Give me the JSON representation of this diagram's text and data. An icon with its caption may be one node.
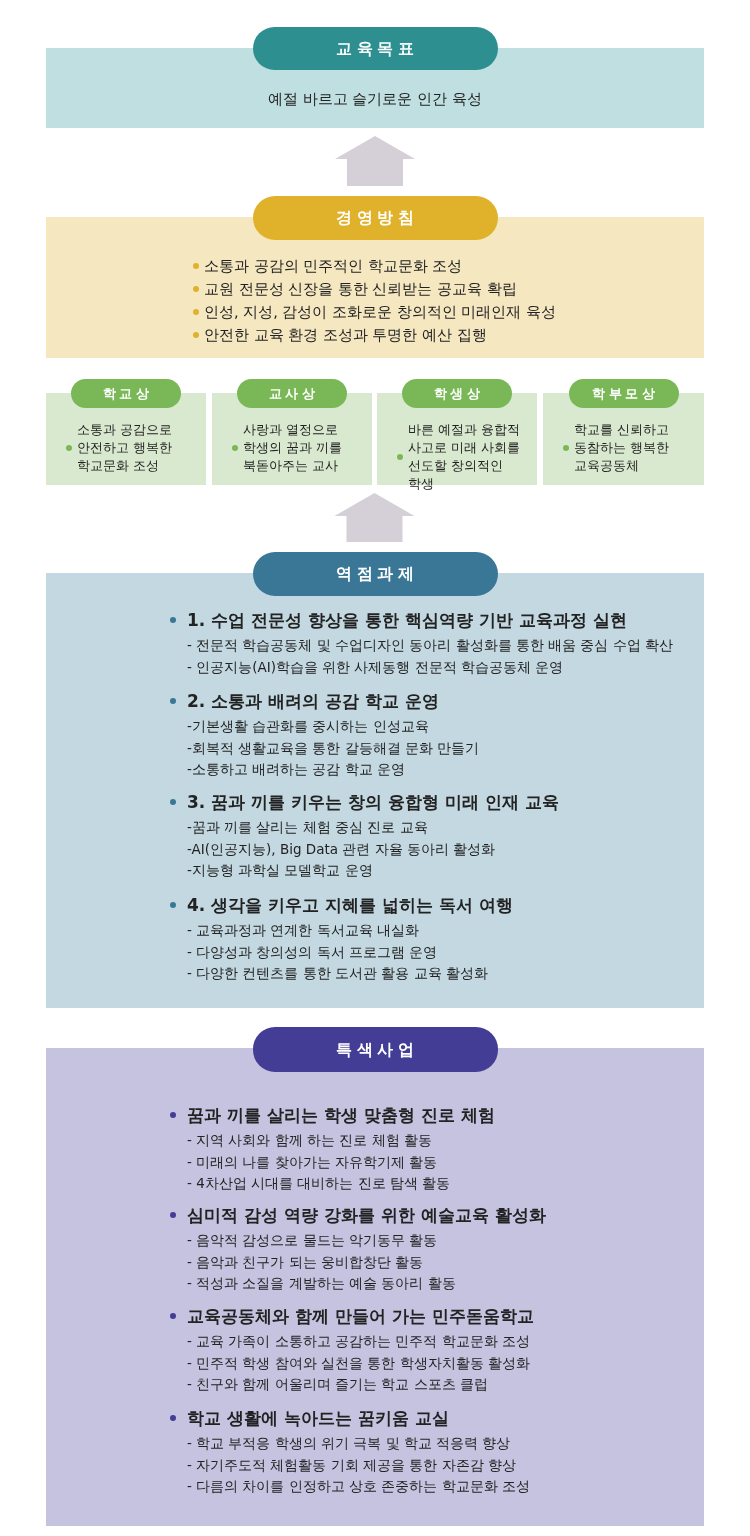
{
  "diagram": {
    "nodes": [
      {
        "text": [
          "교육목표",
          "예절 바르고 슬기로운 인간 육성"
        ]
      },
      {
        "text": [
          "경영방침",
          "소통과 공감의 민주적인 학교문화 조성",
          "교원 전문성 신장을 통한 신뢰받는 공교육 확립",
          "인성, 지성, 감성이 조화로운 창의적인 미래인재 육성",
          "안전한 교육 환경 조성과 투명한 예산 집행"
        ]
      },
      {
        "text": [
          "학교상",
          "소통과 공감으로 안전하고 행복한 학교문화 조성"
        ]
      },
      {
        "text": [
          "교사상",
          "사랑과 열정으로 학생의 꿈과 끼를 북돋아주는 교사"
        ]
      },
      {
        "text": [
          "학생상",
          "바른 예절과 융합적 사고로 미래 사회를 선도할 창의적인 학생"
        ]
      },
      {
        "text": [
          "학부모상",
          "학교를 신뢰하고 동참하는 행복한 교육공동체"
        ]
      },
      {
        "text": [
          "역점과제",
          "1. 수업 전문성 향상을 통한 핵심역량 기반 교육과정 실현",
          "- 전문적 학습공동체 및 수업디자인 동아리 활성화를 통한 배움 중심 수업 확산",
          "- 인공지능(AI)학습을 위한 사제동행 전문적 학습공동체 운영",
          "2. 소통과 배려의 공감 학교 운영",
          "-기본생활 습관화를 중시하는 인성교육",
          "-회복적 생활교육을 통한 갈등해결 문화 만들기",
          "-소통하고 배려하는 공감 학교 운영",
          "3. 꿈과 끼를 키우는 창의 융합형 미래 인재 교육",
          "-꿈과 끼를 살리는 체험 중심 진로 교육",
          "-AI(인공지능), Big Data 관련 자율 동아리 활성화",
          "-지능형 과학실 모델학교 운영",
          "4. 생각을 키우고 지혜를 넓히는 독서 여행",
          "- 교육과정과 연계한 독서교육 내실화",
          "- 다양성과 창의성의 독서 프로그램 운영",
          "- 다양한 컨텐츠를 통한 도서관 활용 교육 활성화"
        ]
      },
      {
        "text": [
          "특색사업",
          "꿈과 끼를 살리는 학생 맞춤형 진로 체험",
          "- 지역 사회와 함께 하는 진로 체험 활동",
          "- 미래의 나를 찾아가는 자유학기제 활동",
          "- 4차산업 시대를 대비하는 진로 탐색 활동",
          "심미적 감성 역량 강화를 위한 예술교육 활성화",
          "- 음악적 감성으로 물드는 악기동무 활동",
          "- 음악과 친구가 되는 웅비합창단 활동",
          "- 적성과 소질을 계발하는 예술 동아리 활동",
          "교육공동체와 함께 만들어 가는 민주돋움학교",
          "- 교육 가족이 소통하고 공감하는 민주적 학교문화 조성",
          "- 민주적 학생 참여와 실천을 통한 학생자치활동 활성화",
          "- 친구와 함께 어울리며 즐기는 학교 스포츠 클럽",
          "학교 생활에 녹아드는 꿈키움 교실",
          "- 학교 부적응 학생의 위기 극복 및 학교 적응력 향상",
          "- 자기주도적 체험활동 기회 제공을 통한 자존감 향상",
          "- 다름의 차이를 인정하고 상호 존중하는 학교문화 조성"
        ]
      }
    ],
    "edges": [
      {
        "from": 1,
        "to": 0,
        "arrow": "to"
      },
      {
        "from": 6,
        "to": 3,
        "arrow": "to"
      },
      {
        "from": 6,
        "to": 4,
        "arrow": "to"
      }
    ]
  }
}
